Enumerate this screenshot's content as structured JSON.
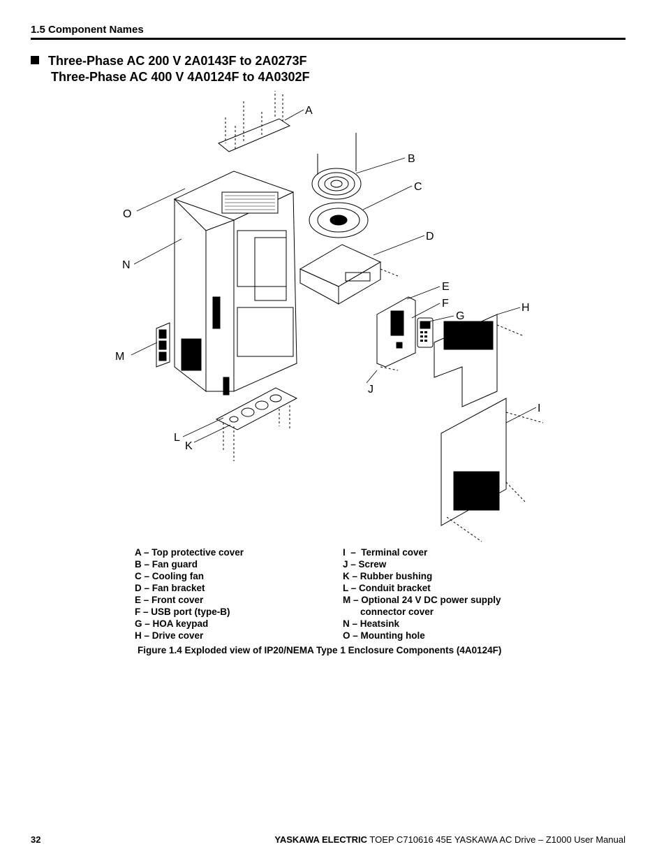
{
  "header": {
    "section": "1.5 Component Names"
  },
  "subheading": {
    "line1": "Three-Phase AC 200 V 2A0143F to 2A0273F",
    "line2": "Three-Phase AC 400 V 4A0124F to 4A0302F"
  },
  "figure": {
    "callouts": [
      "A",
      "B",
      "C",
      "D",
      "E",
      "F",
      "G",
      "H",
      "I",
      "J",
      "K",
      "L",
      "M",
      "N",
      "O"
    ]
  },
  "legend": {
    "left": [
      {
        "key": "A – ",
        "text": "Top protective cover"
      },
      {
        "key": "B – ",
        "text": "Fan guard"
      },
      {
        "key": "C – ",
        "text": "Cooling fan"
      },
      {
        "key": "D – ",
        "text": "Fan bracket"
      },
      {
        "key": "E – ",
        "text": "Front cover"
      },
      {
        "key": "F – ",
        "text": "USB port (type-B)"
      },
      {
        "key": "G – ",
        "text": "HOA keypad"
      },
      {
        "key": "H – ",
        "text": "Drive cover"
      }
    ],
    "right": [
      {
        "key": "I  –  ",
        "text": "Terminal cover"
      },
      {
        "key": "J – ",
        "text": "Screw"
      },
      {
        "key": "K – ",
        "text": "Rubber bushing"
      },
      {
        "key": "L – ",
        "text": "Conduit bracket"
      },
      {
        "key": "M – ",
        "text": "Optional 24 V DC power supply"
      },
      {
        "key": "",
        "text": "connector cover"
      },
      {
        "key": "N – ",
        "text": "Heatsink"
      },
      {
        "key": "O – ",
        "text": "Mounting hole"
      }
    ]
  },
  "caption": "Figure 1.4  Exploded view of IP20/NEMA Type 1 Enclosure Components (4A0124F)",
  "footer": {
    "page_number": "32",
    "brand": "YASKAWA ELECTRIC",
    "doc": " TOEP C710616 45E YASKAWA AC Drive – Z1000 User Manual"
  }
}
